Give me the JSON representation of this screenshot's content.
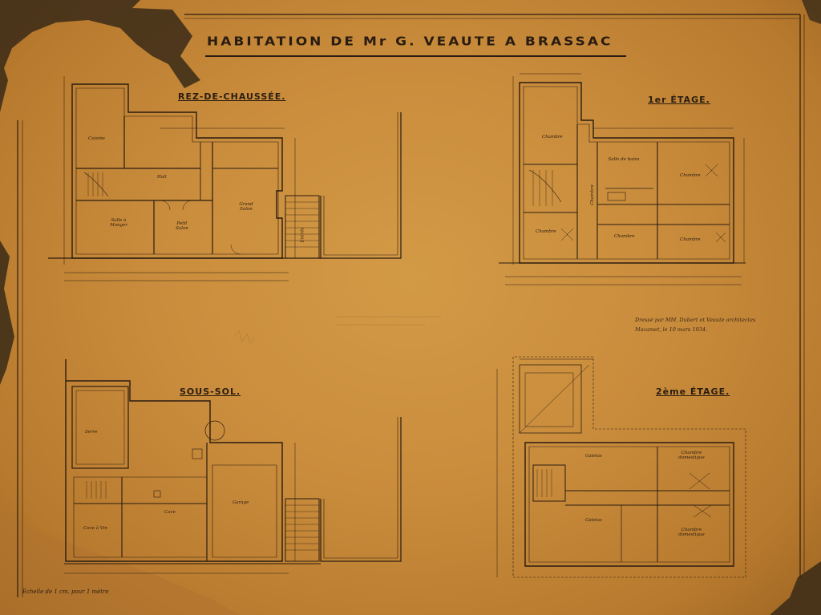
{
  "document": {
    "title": "HABITATION DE Mr G. VEAUTE A BRASSAC",
    "caption_line1": "Dressé par MM. Dubert et Veaute architectes",
    "caption_line2": "Mazamet, le 10 mars 1934.",
    "scale_note": "Echelle de 1 cm. pour 1 mètre"
  },
  "plans": {
    "rdc": {
      "title": "REZ-DE-CHAUSSÉE.",
      "rooms": [
        "Cuisine",
        "Hall",
        "Salle à Manger",
        "Petit Salon",
        "Grand Salon",
        "Entrée"
      ]
    },
    "etage1": {
      "title": "1er ÉTAGE.",
      "rooms": [
        "Chambre",
        "Chambre",
        "Salle de bains",
        "Chambre",
        "Chambre",
        "Chambre",
        "Chambre"
      ]
    },
    "soussol": {
      "title": "SOUS-SOL.",
      "rooms": [
        "Serre",
        "Cave",
        "Cave à Vin",
        "Garage"
      ]
    },
    "etage2": {
      "title": "2ème ÉTAGE.",
      "rooms": [
        "Galetas",
        "Galetas",
        "Chambre domestique",
        "Chambre domestique"
      ]
    }
  },
  "colors": {
    "paper": "#c98c3c",
    "ink": "#2a1c10"
  }
}
